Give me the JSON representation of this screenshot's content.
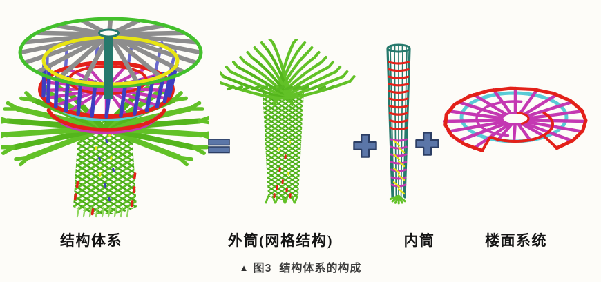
{
  "figure": {
    "components": [
      {
        "id": "structural-system",
        "label": "结构体系"
      },
      {
        "id": "outer-tube",
        "label": "外筒(网格结构)"
      },
      {
        "id": "inner-tube",
        "label": "内筒"
      },
      {
        "id": "floor-system",
        "label": "楼面系统"
      }
    ],
    "operators": [
      {
        "id": "equals",
        "symbol": "="
      },
      {
        "id": "plus-1",
        "symbol": "+"
      },
      {
        "id": "plus-2",
        "symbol": "+"
      }
    ],
    "caption": {
      "marker": "▲",
      "label": "图3  结构体系的构成"
    },
    "colors": {
      "mesh_green": "#62c127",
      "dark_green": "#45ad17",
      "canopy_ring_green": "#43c02c",
      "grey_beam": "#8d8d8d",
      "yellow_ring": "#e8e513",
      "blue_column": "#3e3ec0",
      "red_ring": "#e32119",
      "magenta_beam": "#c438b2",
      "cyan_ring": "#59cbd6",
      "teal_tube": "#26796c",
      "operator_fill": "#5b76a8",
      "operator_border": "#2c3e64",
      "background": "#fdfcf8",
      "caption_text": "#3c3c3c"
    }
  }
}
